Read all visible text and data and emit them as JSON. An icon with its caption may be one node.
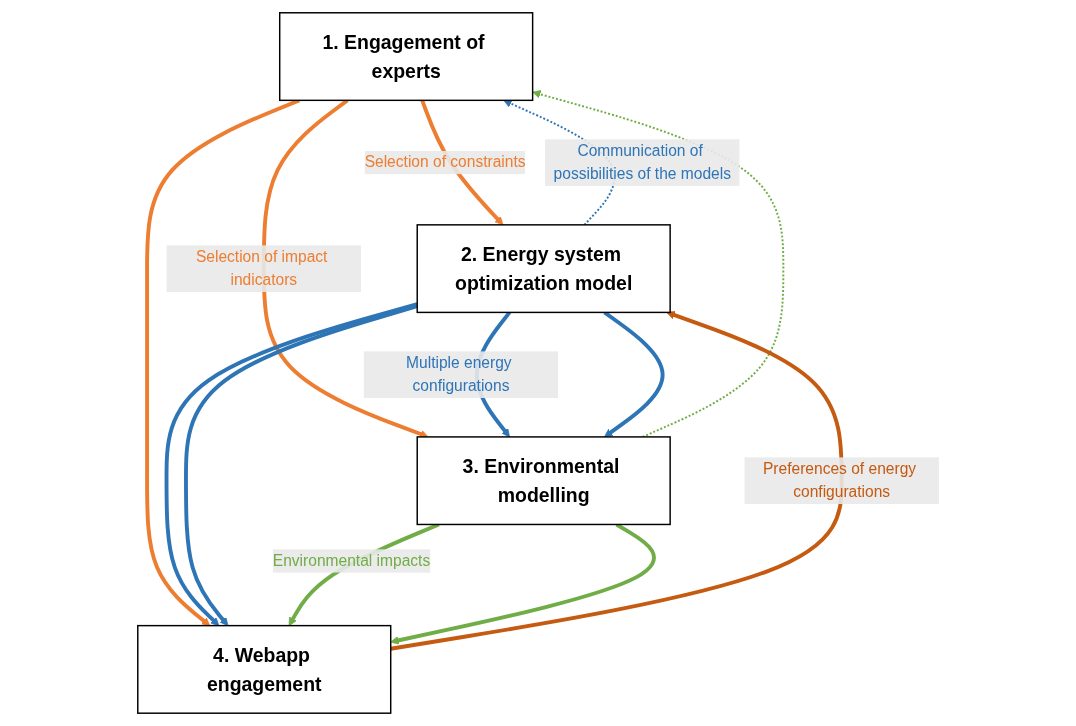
{
  "diagram": {
    "nodes": [
      {
        "text": [
          "1. Engagement of experts"
        ]
      },
      {
        "text": [
          "2. Energy system optimization model"
        ]
      },
      {
        "text": [
          "3. Environmental modelling"
        ]
      },
      {
        "text": [
          "4. Webapp engagement"
        ]
      }
    ],
    "edges": [
      {
        "from": 0,
        "to": 1,
        "arrow": "to",
        "label": "Selection of constraints",
        "color": "#ed7d31"
      },
      {
        "from": 1,
        "to": 0,
        "arrow": "to",
        "label": "Communication of possibilities of the models",
        "style": "dashed",
        "color": "#2e75b6"
      },
      {
        "from": 0,
        "to": 2,
        "arrow": "to",
        "label": "Selection of impact indicators",
        "color": "#ed7d31"
      },
      {
        "from": 2,
        "to": 0,
        "arrow": "to",
        "style": "dashed",
        "color": "#70ad47"
      },
      {
        "from": 1,
        "to": 2,
        "arrow": "to",
        "label": "Multiple energy configurations",
        "color": "#2e75b6"
      },
      {
        "from": 1,
        "to": 2,
        "arrow": "to",
        "color": "#2e75b6"
      },
      {
        "from": 0,
        "to": 3,
        "arrow": "to",
        "color": "#ed7d31"
      },
      {
        "from": 3,
        "to": 1,
        "arrow": "to",
        "label": "Preferences of energy configurations",
        "color": "#c55a11"
      },
      {
        "from": 1,
        "to": 3,
        "arrow": "to",
        "color": "#2e75b6"
      },
      {
        "from": 1,
        "to": 3,
        "arrow": "to",
        "color": "#2e75b6"
      },
      {
        "from": 2,
        "to": 3,
        "arrow": "to",
        "label": "Environmental impacts",
        "color": "#70ad47"
      },
      {
        "from": 2,
        "to": 3,
        "arrow": "to",
        "color": "#70ad47"
      }
    ]
  }
}
